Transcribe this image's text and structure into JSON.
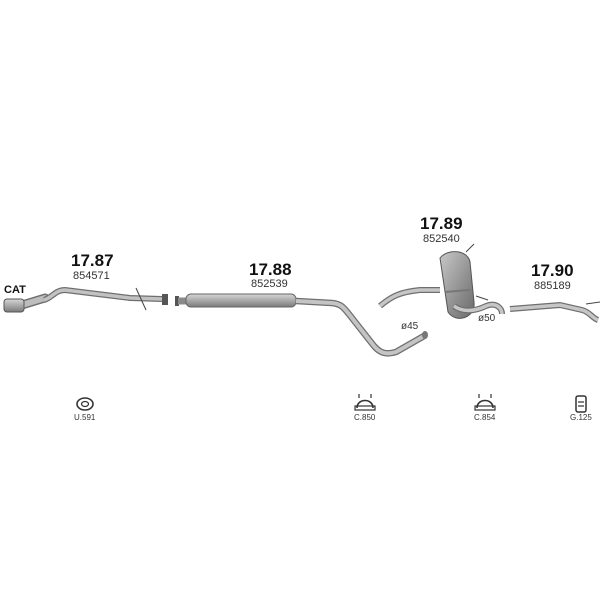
{
  "cat_label": "CAT",
  "parts": [
    {
      "ref": "17.87",
      "code": "854571"
    },
    {
      "ref": "17.88",
      "code": "852539"
    },
    {
      "ref": "17.89",
      "code": "852540"
    },
    {
      "ref": "17.90",
      "code": "885189"
    }
  ],
  "diameters": [
    "ø45",
    "ø50"
  ],
  "accessories": [
    {
      "code": "U.591",
      "icon": "gasket-icon"
    },
    {
      "code": "C.850",
      "icon": "clamp-icon"
    },
    {
      "code": "C.854",
      "icon": "clamp-icon"
    },
    {
      "code": "G.125",
      "icon": "rubber-hanger-icon"
    }
  ],
  "colors": {
    "pipe": "#b8b8b8",
    "pipe_edge": "#6f6f6f",
    "muffler": "#9a9a9a"
  }
}
